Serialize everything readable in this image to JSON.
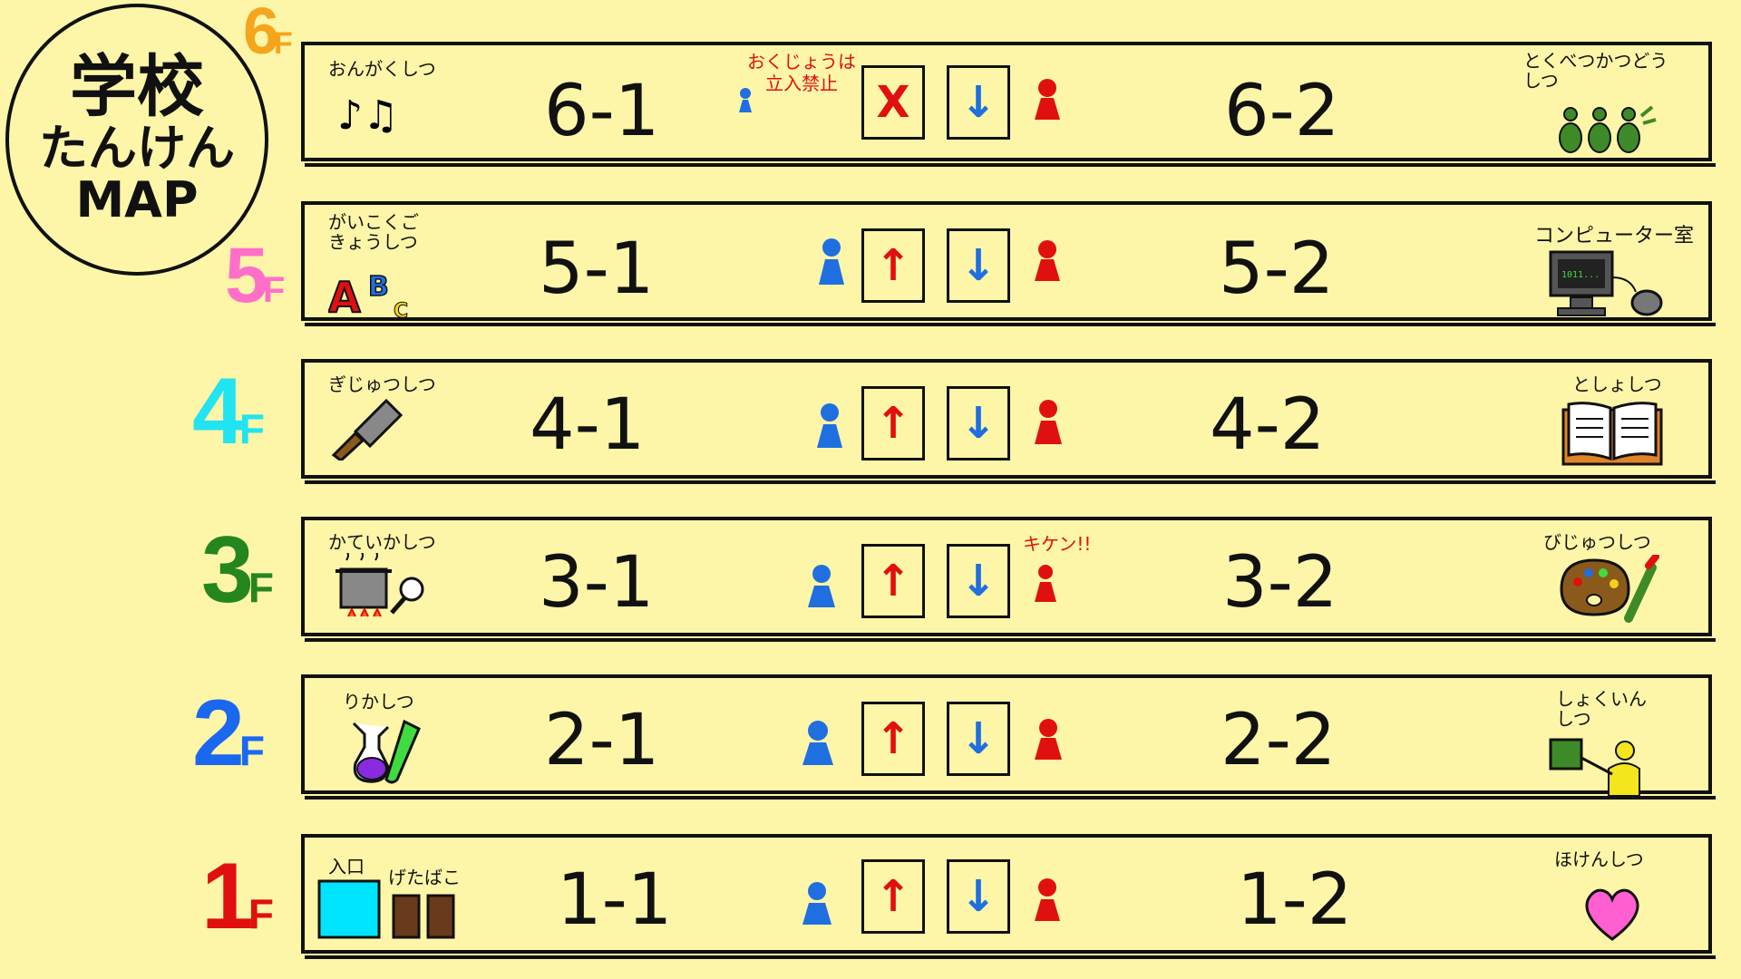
{
  "logo": {
    "line1": "学校",
    "line2": "たんけん",
    "line3": "MAP"
  },
  "floors": [
    {
      "num": "6",
      "f": "F",
      "color": "#f5a51c",
      "left_room": "6-1",
      "right_room": "6-2",
      "left_label": "おんがくしつ",
      "right_label": "とくべつかつどうしつ",
      "middle_left": "おくじょうは立入禁止",
      "up_symbol": "X",
      "down_symbol": "↓"
    },
    {
      "num": "5",
      "f": "F",
      "color": "#ff6fc8",
      "left_room": "5-1",
      "right_room": "5-2",
      "left_label": "がいこくごきょうしつ",
      "right_label": "コンピューター室",
      "up_symbol": "↑",
      "down_symbol": "↓"
    },
    {
      "num": "4",
      "f": "F",
      "color": "#22e3f2",
      "left_room": "4-1",
      "right_room": "4-2",
      "left_label": "ぎじゅつしつ",
      "right_label": "としょしつ",
      "up_symbol": "↑",
      "down_symbol": "↓"
    },
    {
      "num": "3",
      "f": "F",
      "color": "#25861f",
      "left_room": "3-1",
      "right_room": "3-2",
      "left_label": "かていかしつ",
      "right_label": "びじゅつしつ",
      "warning": "キケン!!",
      "up_symbol": "↑",
      "down_symbol": "↓"
    },
    {
      "num": "2",
      "f": "F",
      "color": "#1a67f0",
      "left_room": "2-1",
      "right_room": "2-2",
      "left_label": "りかしつ",
      "right_label": "しょくいんしつ",
      "up_symbol": "↑",
      "down_symbol": "↓"
    },
    {
      "num": "1",
      "f": "F",
      "color": "#e01010",
      "left_room": "1-1",
      "right_room": "1-2",
      "left_label": "入口",
      "left_label2": "げたばこ",
      "right_label": "ほけんしつ",
      "up_symbol": "↑",
      "down_symbol": "↓"
    }
  ],
  "colors": {
    "background": "#fdf6a8",
    "up": "#e01010",
    "down": "#1f6fe0",
    "blue_person": "#1f6fe0",
    "red_person": "#e01010"
  }
}
